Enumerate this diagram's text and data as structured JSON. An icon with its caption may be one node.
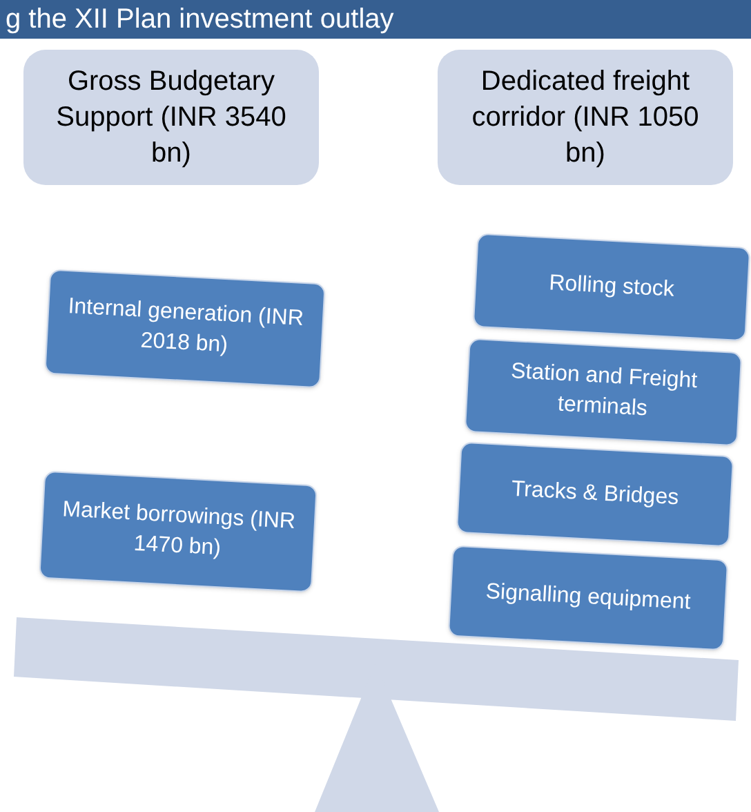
{
  "diagram": {
    "title": "g the XII Plan investment outlay",
    "nodes": [
      {
        "text": [
          "Gross Budgetary Support (INR 3540 bn)"
        ]
      },
      {
        "text": [
          "Dedicated freight corridor (INR 1050 bn)"
        ]
      },
      {
        "text": [
          "Internal generation (INR 2018 bn)"
        ]
      },
      {
        "text": [
          "Market borrowings (INR 1470 bn)"
        ]
      },
      {
        "text": [
          "Rolling stock"
        ]
      },
      {
        "text": [
          "Station and Freight terminals"
        ]
      },
      {
        "text": [
          "Tracks & Bridges"
        ]
      },
      {
        "text": [
          "Signalling equipment"
        ]
      }
    ]
  }
}
